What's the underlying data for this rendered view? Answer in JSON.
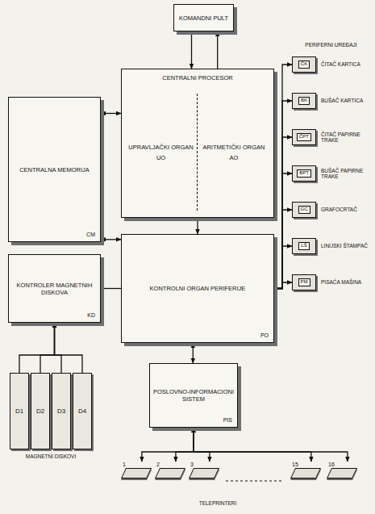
{
  "diagram": {
    "nodes": [
      {
        "text": [
          "KOMANDNI PULT"
        ]
      },
      {
        "text": [
          "CENTRALNI PROCESOR"
        ]
      },
      {
        "text": [
          "UPRAVLJAČKI ORGAN",
          "UO"
        ],
        "in": 1
      },
      {
        "text": [
          "ARITMETIČKI ORGAN",
          "AO"
        ],
        "in": 1
      },
      {
        "text": [
          "CENTRALNA MEMORIJA",
          "CM"
        ]
      },
      {
        "text": [
          "KONTROLNI ORGAN PERIFERIJE",
          "PO"
        ]
      },
      {
        "text": [
          "KONTROLER MAGNETNIH DISKOVA",
          "KD"
        ]
      },
      {
        "text": [
          "D1"
        ]
      },
      {
        "text": [
          "D2"
        ]
      },
      {
        "text": [
          "D3"
        ]
      },
      {
        "text": [
          "D4"
        ]
      },
      {
        "text": [
          "POSLOVNO-INFORMACIONI SISTEM",
          "PIS"
        ]
      },
      {
        "text": [
          "1"
        ]
      },
      {
        "text": [
          "2"
        ]
      },
      {
        "text": [
          "3"
        ]
      },
      {
        "text": [
          "15"
        ]
      },
      {
        "text": [
          "16"
        ]
      },
      {
        "text": [
          "ČK",
          "ČITAČ KARTICA"
        ]
      },
      {
        "text": [
          "BK",
          "BUŠAČ KARTICA"
        ]
      },
      {
        "text": [
          "ČPT",
          "ČITAČ PAPIRNE TRAKE"
        ]
      },
      {
        "text": [
          "BPT",
          "BUŠAČ PAPIRNE TRAKE"
        ]
      },
      {
        "text": [
          "GC",
          "GRAFOCRTAČ"
        ]
      },
      {
        "text": [
          "LŠ",
          "LINIJSKI ŠTAMPAČ"
        ]
      },
      {
        "text": [
          "PM",
          "PISAĆA MAŠINA"
        ]
      }
    ],
    "edges": [
      {
        "from": 0,
        "to": 1,
        "arrow": "to"
      },
      {
        "from": 1,
        "to": 0,
        "arrow": "to"
      },
      {
        "from": 1,
        "to": 4,
        "arrow": "both"
      },
      {
        "from": 1,
        "to": 5,
        "arrow": "to"
      },
      {
        "from": 5,
        "to": 4,
        "arrow": "both"
      },
      {
        "from": 6,
        "to": 5,
        "arrow": "none"
      },
      {
        "from": 7,
        "to": 6,
        "arrow": "to"
      },
      {
        "from": 8,
        "to": 6,
        "arrow": "to"
      },
      {
        "from": 9,
        "to": 6,
        "arrow": "to"
      },
      {
        "from": 10,
        "to": 6,
        "arrow": "to"
      },
      {
        "from": 5,
        "to": 11,
        "arrow": "both"
      },
      {
        "from": 11,
        "to": 12,
        "arrow": "both"
      },
      {
        "from": 11,
        "to": 13,
        "arrow": "both"
      },
      {
        "from": 11,
        "to": 14,
        "arrow": "both"
      },
      {
        "from": 11,
        "to": 15,
        "arrow": "both"
      },
      {
        "from": 11,
        "to": 16,
        "arrow": "both"
      },
      {
        "from": 5,
        "to": 17,
        "arrow": "to"
      },
      {
        "from": 5,
        "to": 18,
        "arrow": "to"
      },
      {
        "from": 5,
        "to": 19,
        "arrow": "to"
      },
      {
        "from": 5,
        "to": 20,
        "arrow": "to"
      },
      {
        "from": 5,
        "to": 21,
        "arrow": "to"
      },
      {
        "from": 5,
        "to": 22,
        "arrow": "to"
      },
      {
        "from": 5,
        "to": 23,
        "arrow": "to"
      }
    ],
    "labels": [
      "PERIFERNI UREĐAJI",
      "MAGNETNI DISKOVI",
      "TELEPRINTERI"
    ]
  }
}
